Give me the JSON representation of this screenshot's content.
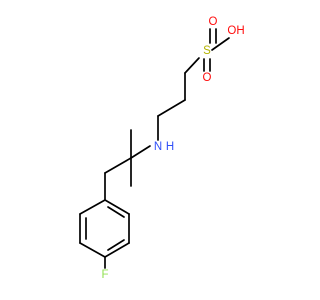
{
  "molecule": {
    "atoms": {
      "hydroxyl": {
        "text": "OH",
        "color": "#ff0d0d"
      },
      "sulfur": {
        "text": "S",
        "color": "#b3b300"
      },
      "oxygen_top": {
        "text": "O",
        "color": "#ff0d0d"
      },
      "oxygen_bottom": {
        "text": "O",
        "color": "#ff0d0d"
      },
      "amine_h": {
        "text": "H",
        "color": "#3050f8"
      },
      "amine_n": {
        "text": "N",
        "color": "#3050f8"
      },
      "fluorine": {
        "text": "F",
        "color": "#90e050"
      }
    },
    "bond_color": "#000000"
  }
}
